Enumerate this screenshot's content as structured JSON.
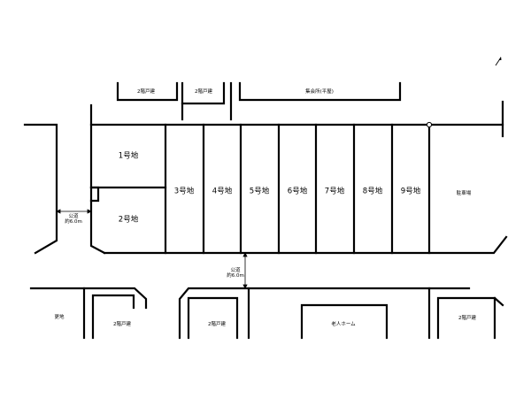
{
  "colors": {
    "line": "#000000",
    "background": "#ffffff"
  },
  "lots": [
    "1号地",
    "2号地",
    "3号地",
    "4号地",
    "5号地",
    "6号地",
    "7号地",
    "8号地",
    "9号地"
  ],
  "parking": "駐車場",
  "buildings": {
    "top_left_house": "2階戸建",
    "top_mid_house": "2階戸建",
    "meeting_hall": "集会所(平屋)",
    "vacant_land": "更地",
    "bottom_house_1": "2階戸建",
    "bottom_house_2": "2階戸建",
    "nursing_home": "老人ホーム",
    "bottom_house_3": "2階戸建"
  },
  "roads": {
    "west": {
      "name": "公道",
      "width": "約6.0m"
    },
    "south": {
      "name": "公道",
      "width": "約6.0m"
    }
  },
  "north_icon": "north-arrow-icon"
}
